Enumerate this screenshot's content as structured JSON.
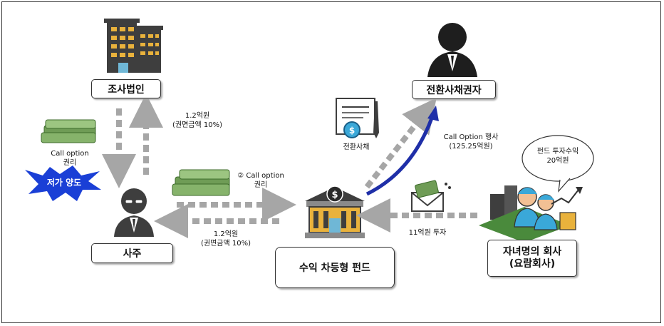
{
  "nodes": {
    "research_corp": "조사법인",
    "owner": "사주",
    "bondholder": "전환사채권자",
    "fund": "수익 차등형 펀드",
    "children_company_line1": "자녀명의 회사",
    "children_company_line2": "(요람회사)"
  },
  "labels": {
    "call_option_left_line1": "Call option",
    "call_option_left_line2": "권리",
    "low_price_transfer": "저가 양도",
    "upper_amount_line1": "1.2억원",
    "upper_amount_line2": "(권면금액 10%)",
    "call_option_mid_line1": "② Call option",
    "call_option_mid_line2": "권리",
    "lower_amount_line1": "1.2억원",
    "lower_amount_line2": "(권면금액 10%)",
    "convertible_bond": "전환사채",
    "call_exercise_line1": "Call Option 행사",
    "call_exercise_line2": "(125.25억원)",
    "investment": "11억원 투자",
    "fund_return_line1": "펀드 투자수익",
    "fund_return_line2": "20억원"
  },
  "colors": {
    "arrow_gray": "#a6a6a6",
    "arrow_blue": "#1f2fa8",
    "star_blue": "#1a3fd6",
    "money_green": "#6f9c56",
    "building_gold": "#e9b23c",
    "building_dark": "#3e3e3e"
  }
}
